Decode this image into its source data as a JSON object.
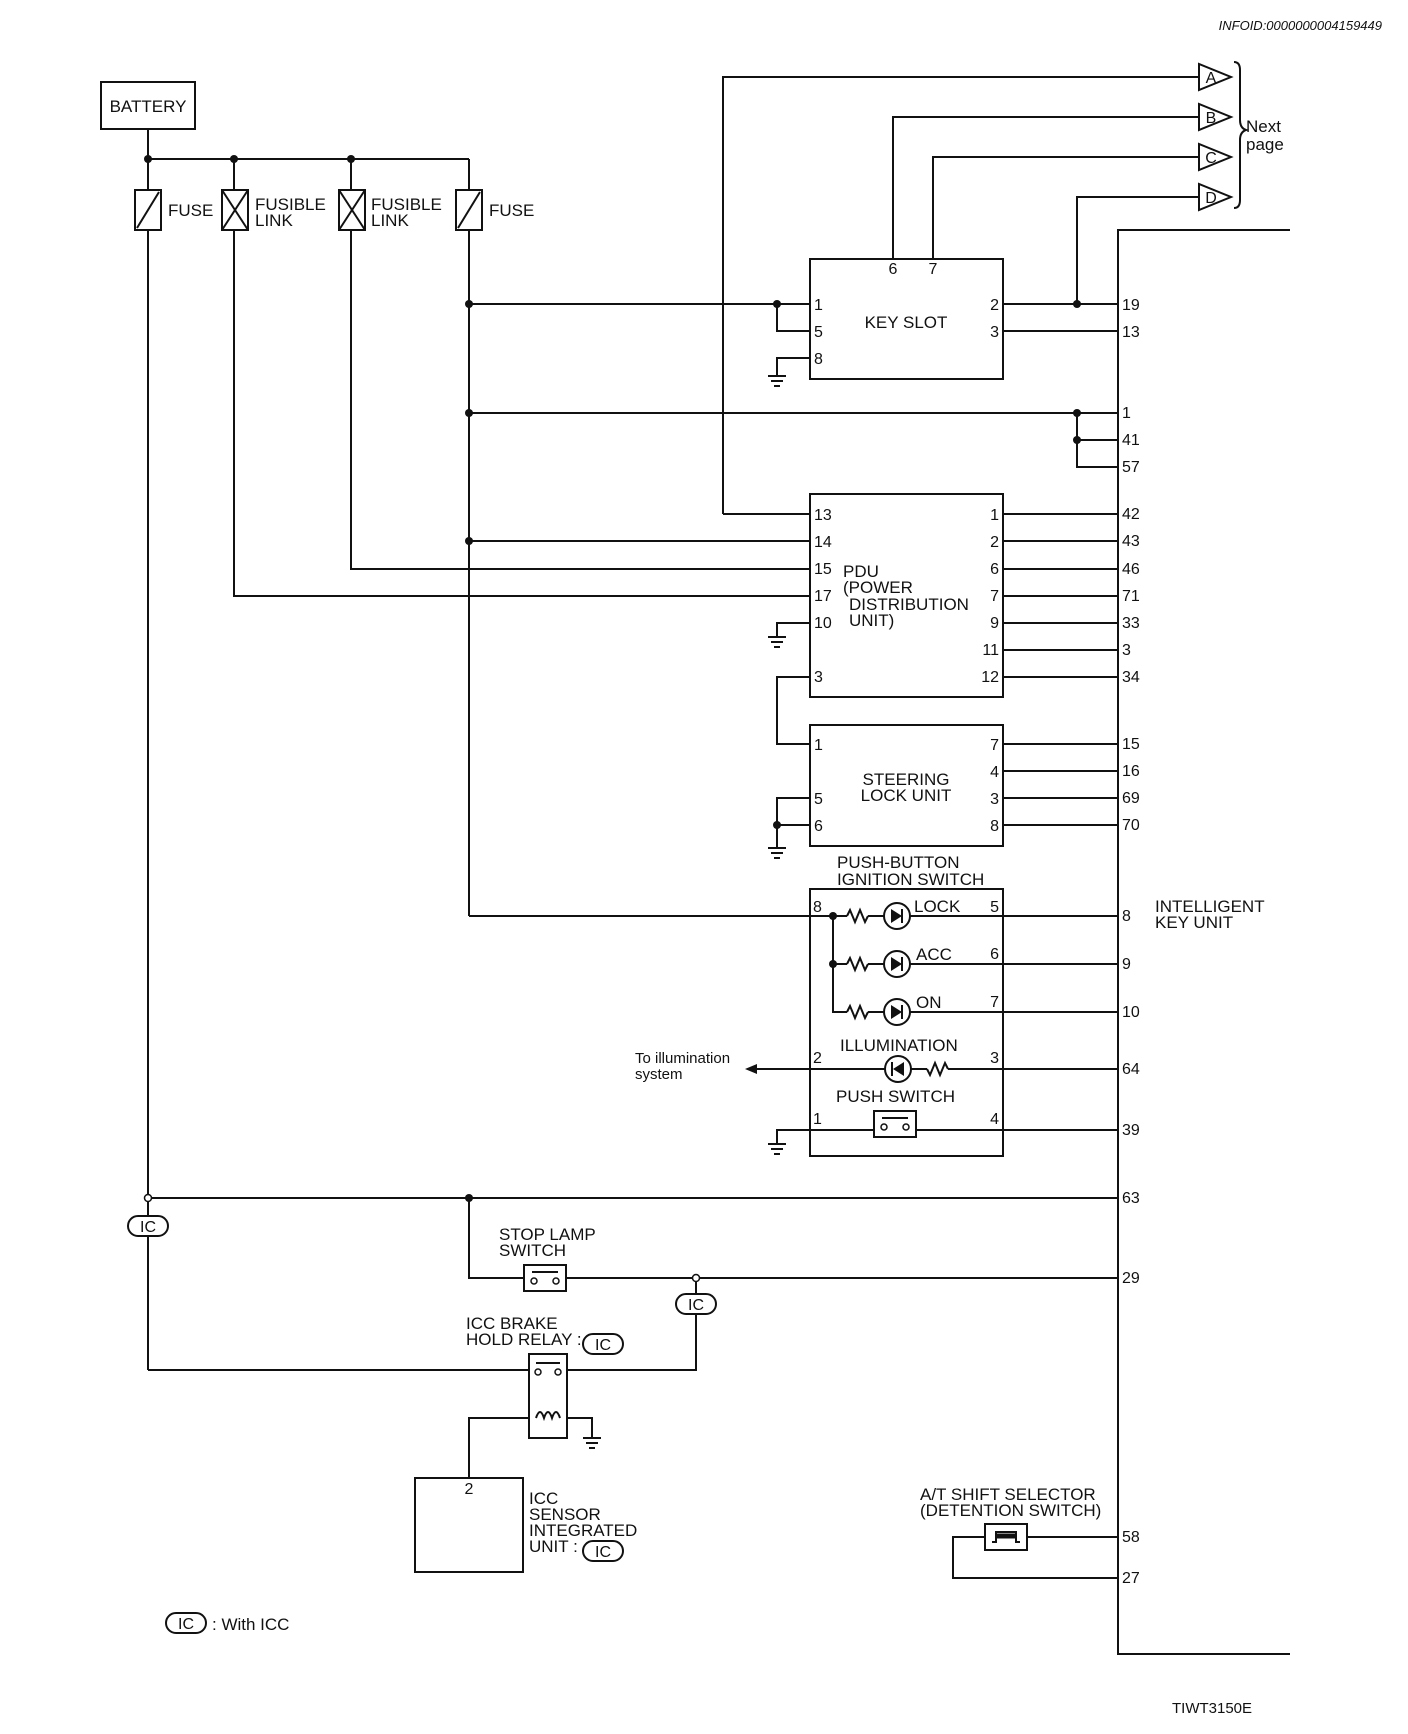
{
  "header": {
    "info_id": "INFOID:0000000004159449"
  },
  "footer": {
    "figure_id": "TIWT3150E"
  },
  "legend": {
    "ic": "IC",
    "with_icc": ": With ICC"
  },
  "power": {
    "battery": "BATTERY",
    "fuse": "FUSE",
    "fusible_link_line1": "FUSIBLE",
    "fusible_link_line2": "LINK"
  },
  "connectors": {
    "a": "A",
    "b": "B",
    "c": "C",
    "d": "D",
    "next_page_line1": "Next",
    "next_page_line2": "page"
  },
  "key_slot": {
    "name": "KEY SLOT",
    "pins_left": [
      "1",
      "5",
      "8"
    ],
    "pins_right": [
      "2",
      "3"
    ],
    "pins_top": [
      "6",
      "7"
    ]
  },
  "pdu": {
    "name_lines": [
      "PDU",
      "(POWER",
      "DISTRIBUTION",
      "UNIT)"
    ],
    "pins_left": [
      "13",
      "14",
      "15",
      "17",
      "10",
      "3"
    ],
    "pins_right": [
      "1",
      "2",
      "6",
      "7",
      "9",
      "11",
      "12"
    ]
  },
  "steering_lock": {
    "name_lines": [
      "STEERING",
      "LOCK UNIT"
    ],
    "pins_left": [
      "1",
      "5",
      "6"
    ],
    "pins_right": [
      "7",
      "4",
      "3",
      "8"
    ]
  },
  "push_button": {
    "title_lines": [
      "PUSH-BUTTON",
      "IGNITION SWITCH"
    ],
    "lock": "LOCK",
    "acc": "ACC",
    "on": "ON",
    "illumination": "ILLUMINATION",
    "push_switch": "PUSH SWITCH",
    "pins": [
      "8",
      "5",
      "6",
      "7",
      "2",
      "3",
      "1",
      "4"
    ],
    "to_illumination_line1": "To illumination",
    "to_illumination_line2": "system"
  },
  "ikey": {
    "name_lines": [
      "INTELLIGENT",
      "KEY UNIT"
    ],
    "pins": [
      "19",
      "13",
      "1",
      "41",
      "57",
      "42",
      "43",
      "46",
      "71",
      "33",
      "3",
      "34",
      "15",
      "16",
      "69",
      "70",
      "8",
      "9",
      "10",
      "64",
      "39",
      "63",
      "29",
      "58",
      "27"
    ]
  },
  "stop_lamp": {
    "lines": [
      "STOP LAMP",
      "SWITCH"
    ]
  },
  "icc_relay": {
    "lines": [
      "ICC BRAKE",
      "HOLD RELAY :"
    ]
  },
  "icc_sensor": {
    "lines": [
      "ICC",
      "SENSOR",
      "INTEGRATED",
      "UNIT :"
    ],
    "pin": "2"
  },
  "at_shift": {
    "lines": [
      "A/T SHIFT SELECTOR",
      "(DETENTION SWITCH)"
    ]
  }
}
